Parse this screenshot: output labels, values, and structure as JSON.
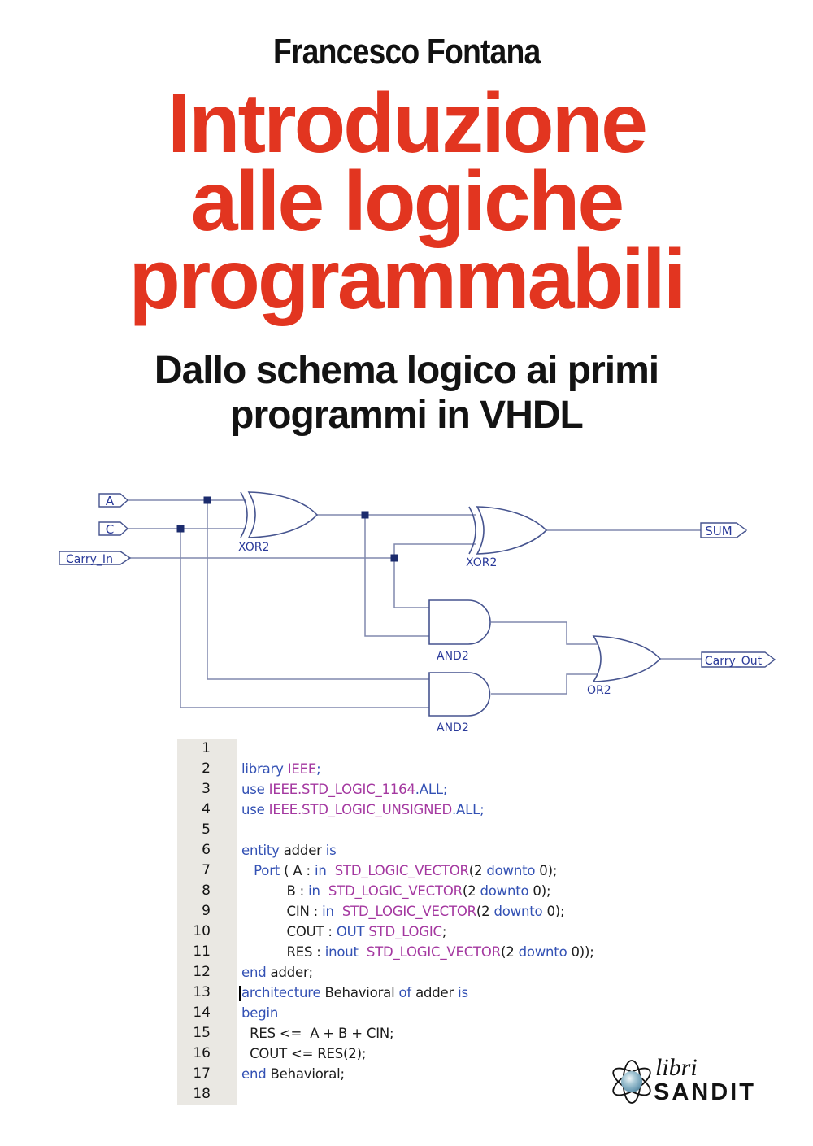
{
  "cover": {
    "author": "Francesco Fontana",
    "title_lines": [
      "Introduzione",
      "alle logiche",
      "programmabili"
    ],
    "subtitle_lines": [
      "Dallo schema logico ai primi",
      "programmi in VHDL"
    ],
    "colors": {
      "title_red": "#e23520"
    }
  },
  "circuit": {
    "ports": {
      "a": "A",
      "c": "C",
      "carry_in": "Carry_In",
      "sum": "SUM",
      "carry_out": "Carry_Out"
    },
    "gates": {
      "xor1": "XOR2",
      "xor2": "XOR2",
      "and1": "AND2",
      "and2": "AND2",
      "or1": "OR2"
    },
    "colors": {
      "wire": "#8089ad",
      "outline": "#46548f",
      "junction": "#1b2b6d",
      "label": "#2a3a9a"
    }
  },
  "code": {
    "colors": {
      "keyword": "#3351b4",
      "type": "#a438a0",
      "plain": "#1d1d1d",
      "gutter_bg": "#eae8e3"
    },
    "lines": [
      {
        "n": 1,
        "segs": []
      },
      {
        "n": 2,
        "segs": [
          [
            "kw",
            "library "
          ],
          [
            "ty",
            "IEEE"
          ],
          [
            "kw",
            ";"
          ]
        ]
      },
      {
        "n": 3,
        "segs": [
          [
            "kw",
            "use "
          ],
          [
            "ty",
            "IEEE.STD_LOGIC_1164"
          ],
          [
            "kw",
            ".ALL;"
          ]
        ]
      },
      {
        "n": 4,
        "segs": [
          [
            "kw",
            "use "
          ],
          [
            "ty",
            "IEEE.STD_LOGIC_UNSIGNED"
          ],
          [
            "kw",
            ".ALL;"
          ]
        ]
      },
      {
        "n": 5,
        "segs": []
      },
      {
        "n": 6,
        "segs": [
          [
            "kw",
            "entity "
          ],
          [
            "pl",
            "adder "
          ],
          [
            "kw",
            "is"
          ]
        ]
      },
      {
        "n": 7,
        "segs": [
          [
            "pl",
            "   "
          ],
          [
            "kw",
            "Port "
          ],
          [
            "pl",
            "( A : "
          ],
          [
            "kw",
            "in"
          ],
          [
            "pl",
            "  "
          ],
          [
            "ty",
            "STD_LOGIC_VECTOR"
          ],
          [
            "pl",
            "(2 "
          ],
          [
            "kw",
            "downto"
          ],
          [
            "pl",
            " 0);"
          ]
        ]
      },
      {
        "n": 8,
        "segs": [
          [
            "pl",
            "           B : "
          ],
          [
            "kw",
            "in"
          ],
          [
            "pl",
            "  "
          ],
          [
            "ty",
            "STD_LOGIC_VECTOR"
          ],
          [
            "pl",
            "(2 "
          ],
          [
            "kw",
            "downto"
          ],
          [
            "pl",
            " 0);"
          ]
        ]
      },
      {
        "n": 9,
        "segs": [
          [
            "pl",
            "           CIN : "
          ],
          [
            "kw",
            "in"
          ],
          [
            "pl",
            "  "
          ],
          [
            "ty",
            "STD_LOGIC_VECTOR"
          ],
          [
            "pl",
            "(2 "
          ],
          [
            "kw",
            "downto"
          ],
          [
            "pl",
            " 0);"
          ]
        ]
      },
      {
        "n": 10,
        "segs": [
          [
            "pl",
            "           COUT : "
          ],
          [
            "kw",
            "OUT "
          ],
          [
            "ty",
            "STD_LOGIC"
          ],
          [
            "pl",
            ";"
          ]
        ]
      },
      {
        "n": 11,
        "segs": [
          [
            "pl",
            "           RES : "
          ],
          [
            "kw",
            "inout"
          ],
          [
            "pl",
            "  "
          ],
          [
            "ty",
            "STD_LOGIC_VECTOR"
          ],
          [
            "pl",
            "(2 "
          ],
          [
            "kw",
            "downto"
          ],
          [
            "pl",
            " 0));"
          ]
        ]
      },
      {
        "n": 12,
        "segs": [
          [
            "kw",
            "end "
          ],
          [
            "pl",
            "adder;"
          ]
        ]
      },
      {
        "n": 13,
        "caret": true,
        "segs": [
          [
            "kw",
            "architecture "
          ],
          [
            "pl",
            "Behavioral "
          ],
          [
            "kw",
            "of "
          ],
          [
            "pl",
            "adder "
          ],
          [
            "kw",
            "is"
          ]
        ]
      },
      {
        "n": 14,
        "segs": [
          [
            "kw",
            "begin"
          ]
        ]
      },
      {
        "n": 15,
        "segs": [
          [
            "pl",
            "  RES <=  A + B + CIN;"
          ]
        ]
      },
      {
        "n": 16,
        "segs": [
          [
            "pl",
            "  COUT <= RES(2);"
          ]
        ]
      },
      {
        "n": 17,
        "segs": [
          [
            "kw",
            "end "
          ],
          [
            "pl",
            "Behavioral;"
          ]
        ]
      },
      {
        "n": 18,
        "segs": []
      }
    ]
  },
  "logo": {
    "top": "libri",
    "bottom": "SANDIT"
  }
}
